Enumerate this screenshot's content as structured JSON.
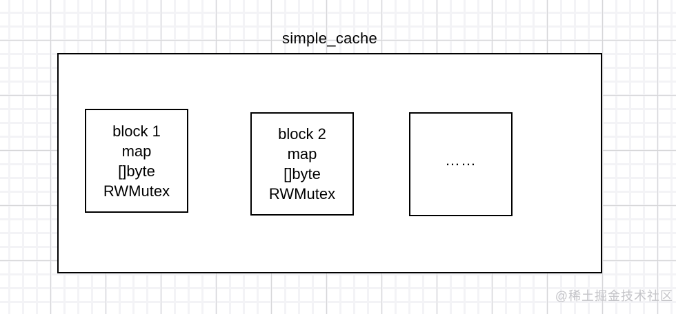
{
  "diagram": {
    "title": "simple_cache",
    "blocks": [
      {
        "id": "block-1",
        "lines": [
          "block 1",
          "map",
          "[]byte",
          "RWMutex"
        ]
      },
      {
        "id": "block-2",
        "lines": [
          "block 2",
          "map",
          "[]byte",
          "RWMutex"
        ]
      },
      {
        "id": "block-more",
        "lines": [
          "……"
        ]
      }
    ]
  },
  "watermark": {
    "text": "@稀土掘金技术社区"
  },
  "colors": {
    "background": "#ffffff",
    "shape_border": "#000000",
    "shape_fill": "#ffffff",
    "text": "#000000",
    "watermark_text": "#c4c4c8",
    "grid_minor": "#f3f3f6",
    "grid_major": "#d6d6d8"
  }
}
